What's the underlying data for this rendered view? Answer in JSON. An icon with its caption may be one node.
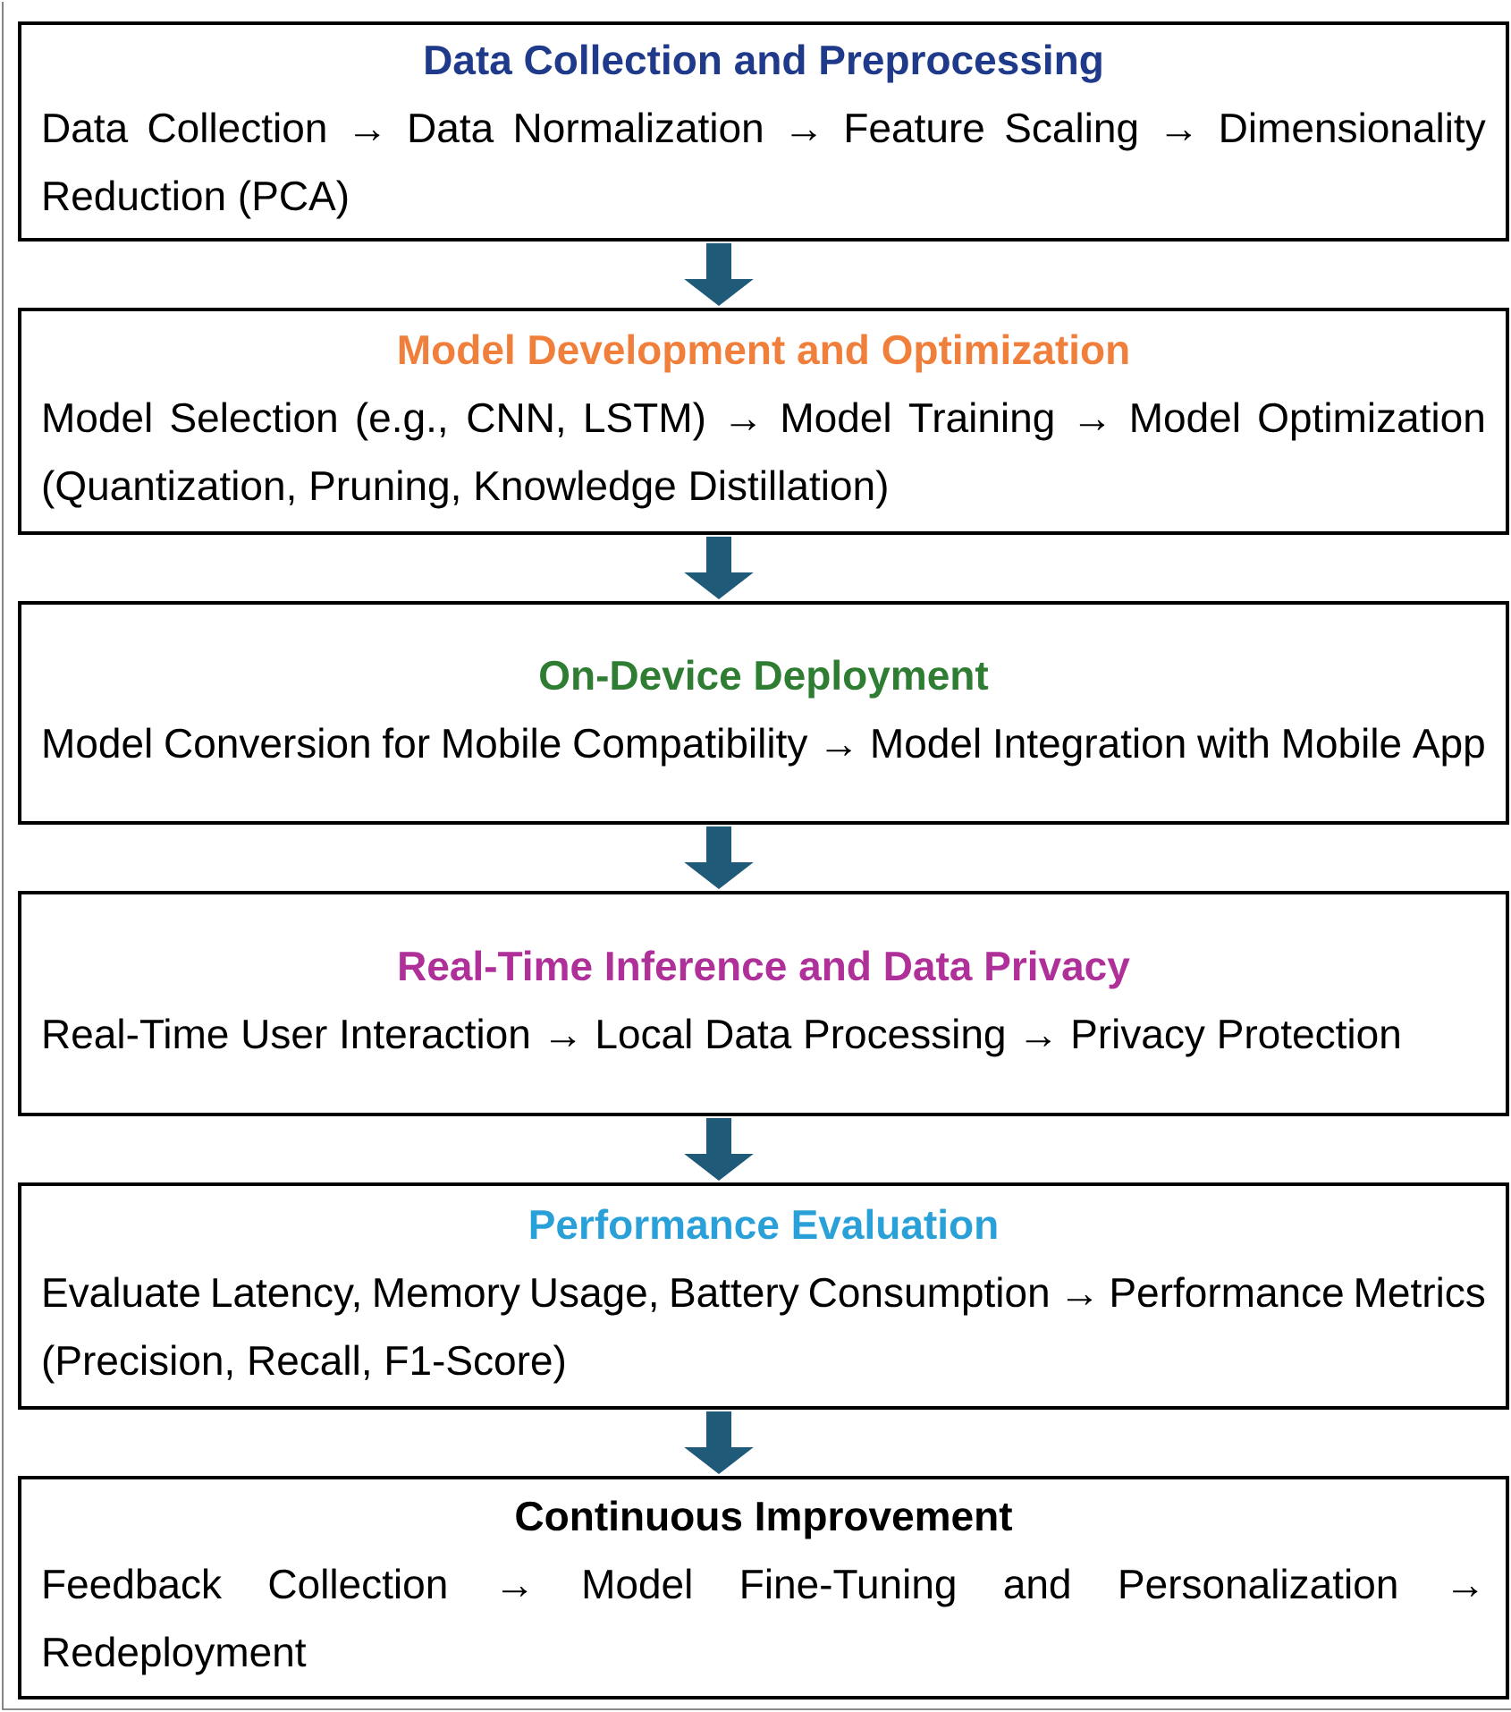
{
  "diagram": {
    "nodes": [
      {
        "text": [
          "Data Collection and Preprocessing",
          "Data Collection → Data Normalization → Feature Scaling → Dimensionality Reduction (PCA)"
        ]
      },
      {
        "text": [
          "Model Development and Optimization",
          "Model Selection (e.g., CNN, LSTM) → Model Training → Model Optimization (Quantization, Pruning, Knowledge Distillation)"
        ]
      },
      {
        "text": [
          "On-Device Deployment",
          "Model Conversion for Mobile Compatibility → Model Integration with Mobile App"
        ]
      },
      {
        "text": [
          "Real-Time Inference and Data Privacy",
          "Real-Time User Interaction → Local Data Processing → Privacy Protection"
        ]
      },
      {
        "text": [
          "Performance Evaluation",
          "Evaluate Latency, Memory Usage, Battery Consumption → Performance Metrics (Precision, Recall, F1-Score)"
        ]
      },
      {
        "text": [
          "Continuous Improvement",
          "Feedback Collection → Model Fine-Tuning and Personalization → Redeployment"
        ]
      }
    ],
    "edges": [
      {
        "from": 0,
        "to": 1,
        "arrow": "to"
      },
      {
        "from": 1,
        "to": 2,
        "arrow": "to"
      },
      {
        "from": 2,
        "to": 3,
        "arrow": "to"
      },
      {
        "from": 3,
        "to": 4,
        "arrow": "to"
      },
      {
        "from": 4,
        "to": 5,
        "arrow": "to"
      }
    ]
  }
}
